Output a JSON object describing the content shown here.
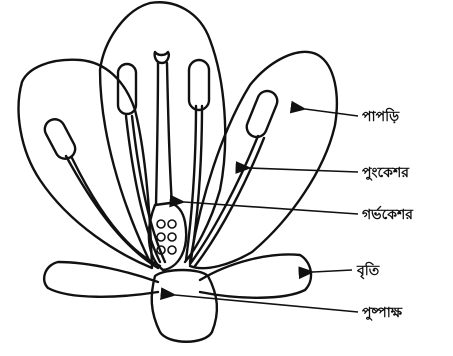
{
  "diagram": {
    "labels": {
      "petal": "পাপড়ি",
      "stamen": "পুংকেশর",
      "pistil": "গর্ভকেশর",
      "sepal": "বৃতি",
      "receptacle": "পুষ্পাক্ষ"
    },
    "colors": {
      "ink": "#111111",
      "paper": "#ffffff"
    }
  }
}
